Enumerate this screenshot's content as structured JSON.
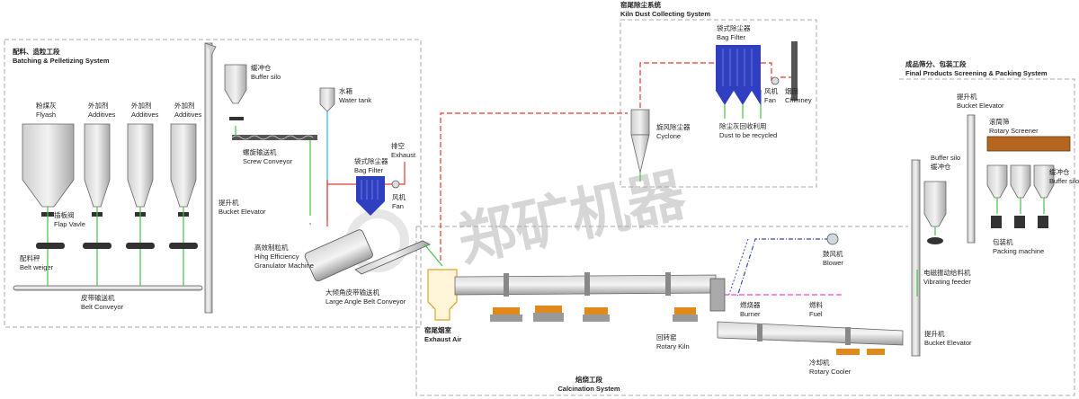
{
  "sections": {
    "batching_cn": "配料、造粒工段",
    "batching_en": "Batching & Pelletizing System",
    "kiln_dust_cn": "窑尾除尘系统",
    "kiln_dust_en": "Kiln Dust Collecting System",
    "final_cn": "成品筛分、包装工段",
    "final_en": "Final Products Screening & Packing System",
    "calcination_cn": "焙烧工段",
    "calcination_en": "Calcination System"
  },
  "silos": [
    {
      "cn": "粉煤灰",
      "en": "Flyash"
    },
    {
      "cn": "外加剂",
      "en": "Additives"
    },
    {
      "cn": "外加剂",
      "en": "Additives"
    },
    {
      "cn": "外加剂",
      "en": "Additives"
    }
  ],
  "labels": {
    "flap_cn": "插板阀",
    "flap_en": "Flap Vavle",
    "weiger_cn": "配料秤",
    "weiger_en": "Belt weiger",
    "belt_conv_cn": "皮带输送机",
    "belt_conv_en": "Belt Conveyor",
    "elev1_cn": "提升机",
    "elev1_en": "Bucket Elevator",
    "buffer_cn": "缓冲仓",
    "buffer_en": "Buffer silo",
    "screw_cn": "螺旋输送机",
    "screw_en": "Screw Conveyor",
    "water_cn": "水箱",
    "water_en": "Water tank",
    "exhaust_cn": "排空",
    "exhaust_en": "Exhaust",
    "bagfilter1_cn": "袋式除尘器",
    "bagfilter1_en": "Bag Filter",
    "fan1_cn": "风机",
    "fan1_en": "Fan",
    "granulator_cn": "高效制粒机",
    "granulator_en1": "Hihg Efficiency",
    "granulator_en2": "Granulator Machine",
    "large_belt_cn": "大倾角皮带输送机",
    "large_belt_en": "Large Angle Belt Conveyor",
    "cyclone_cn": "旋风除尘器",
    "cyclone_en": "Cyclone",
    "bagfilter2_cn": "袋式除尘器",
    "bagfilter2_en": "Bag Filter",
    "fan2_cn": "风机",
    "fan2_en": "Fan",
    "chimney_cn": "烟囱",
    "chimney_en": "Chimney",
    "dust_cn": "除尘灰回收利用",
    "dust_en": "Dust to be recycled",
    "exhaust_air_cn": "窑尾烟室",
    "exhaust_air_en": "Exhaust Air",
    "kiln_cn": "回转窑",
    "kiln_en": "Rotary Kiln",
    "blower_cn": "鼓风机",
    "blower_en": "Blower",
    "burner_cn": "燃烧器",
    "burner_en": "Burner",
    "fuel_cn": "燃料",
    "fuel_en": "Fuel",
    "cooler_cn": "冷却机",
    "cooler_en": "Rotary Cooler",
    "elev2_cn": "提升机",
    "elev2_en": "Bucket Elevator",
    "buffer2_cn": "缓冲仓",
    "buffer2_en": "Buffer silo",
    "vibfeeder_cn": "电磁振动给料机",
    "vibfeeder_en": "Vibrating feeder",
    "elev3_cn": "提升机",
    "elev3_en": "Bucket Elevator",
    "screener_cn": "滚筒筛",
    "screener_en": "Rotary Screener",
    "buffer3_cn": "缓冲仓",
    "buffer3_en": "Buffer silo",
    "packing_cn": "包装机",
    "packing_en": "Packing machine"
  },
  "watermark": "郑矿机器",
  "colors": {
    "gas": "#e53935",
    "material": "#43c243",
    "water": "#29b6f6",
    "air": "#3949ab",
    "fuel": "#e84bd8",
    "boundary": "#aaaaaa",
    "equipment": "#9e9e9e",
    "bagfilter": "#2f3fbf",
    "screener": "#b5651d",
    "support": "#e08a1e"
  }
}
